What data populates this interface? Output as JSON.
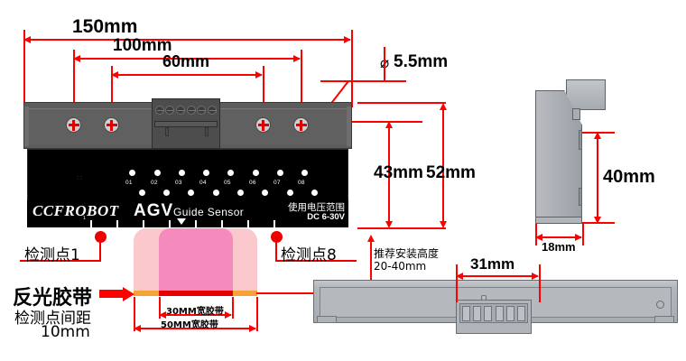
{
  "diagram": {
    "title": "AGV Guide Sensor dimensional drawing",
    "colors": {
      "dimension_red": "#ff0000",
      "board_gray": "#5c5c5c",
      "panel_black": "#000000",
      "tape_orange": "#f5a336",
      "tape_red": "#e60000",
      "cone_outer_pink": "#fbc9cd",
      "cone_inner_pink": "#f58bbd",
      "metal_gray": "#b1b6bb"
    }
  },
  "front_view": {
    "dimensions": {
      "overall_width": "150mm",
      "hole_span_outer": "100mm",
      "hole_span_inner": "60mm",
      "hole_diameter": "5.5mm",
      "body_height": "43mm",
      "total_height": "52mm"
    },
    "diameter_symbol": "⌀",
    "board": {
      "brand": "CCFROBOT",
      "model": "AGV",
      "subtitle": "Guide Sensor",
      "voltage_label_cn": "使用电压范围",
      "voltage_value": "DC 6-30V",
      "scale_first_tick": "1"
    },
    "led_labels": [
      "01",
      "02",
      "03",
      "04",
      "05",
      "06",
      "07",
      "08"
    ],
    "terminal_pin_count": 6,
    "mounting_hole_count": 4
  },
  "annotations": {
    "sense_point_first": "检测点1",
    "sense_point_last": "检测点8",
    "reflective_tape": "反光胶带",
    "point_spacing_label": "检测点间距",
    "point_spacing_value": "10mm",
    "tape_width_inner": "30MM宽胶带",
    "tape_width_outer": "50MM宽胶带",
    "install_height_label": "推荐安装高度",
    "install_height_value": "20-40mm"
  },
  "side_view": {
    "height": "40mm",
    "width": "18mm"
  },
  "bottom_view": {
    "connector_width": "31mm"
  }
}
